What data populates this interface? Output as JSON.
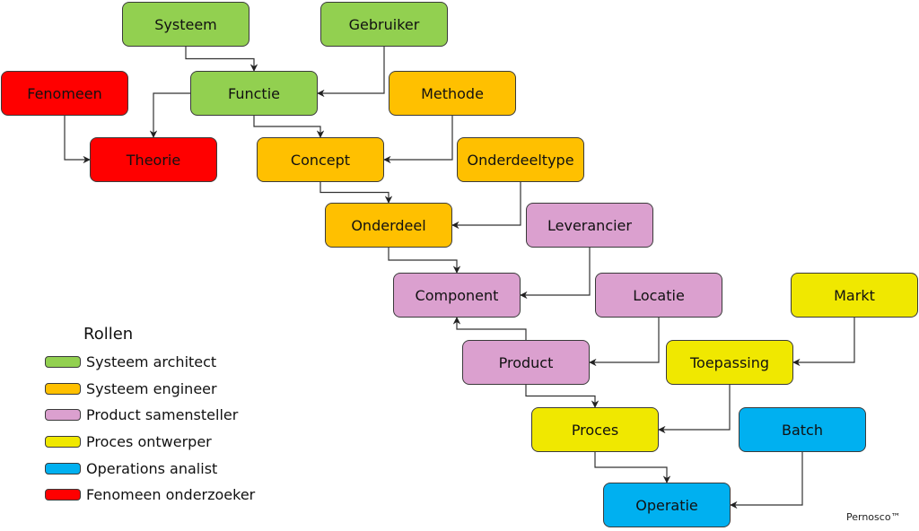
{
  "roles": [
    {
      "id": "architect",
      "label": "Systeem architect",
      "color": "#92d050"
    },
    {
      "id": "engineer",
      "label": "Systeem engineer",
      "color": "#ffc000"
    },
    {
      "id": "samensteller",
      "label": "Product samensteller",
      "color": "#dba0cf"
    },
    {
      "id": "ontwerper",
      "label": "Proces ontwerper",
      "color": "#f0e800"
    },
    {
      "id": "analist",
      "label": "Operations analist",
      "color": "#00b0f0"
    },
    {
      "id": "onderzoeker",
      "label": "Fenomeen onderzoeker",
      "color": "#ff0000"
    }
  ],
  "legend": {
    "title": "Rollen"
  },
  "nodes": [
    {
      "id": "systeem",
      "label": "Systeem",
      "role": "architect"
    },
    {
      "id": "gebruiker",
      "label": "Gebruiker",
      "role": "architect"
    },
    {
      "id": "fenomeen",
      "label": "Fenomeen",
      "role": "onderzoeker"
    },
    {
      "id": "functie",
      "label": "Functie",
      "role": "architect"
    },
    {
      "id": "methode",
      "label": "Methode",
      "role": "engineer"
    },
    {
      "id": "theorie",
      "label": "Theorie",
      "role": "onderzoeker"
    },
    {
      "id": "concept",
      "label": "Concept",
      "role": "engineer"
    },
    {
      "id": "onderdeeltype",
      "label": "Onderdeeltype",
      "role": "engineer"
    },
    {
      "id": "onderdeel",
      "label": "Onderdeel",
      "role": "engineer"
    },
    {
      "id": "leverancier",
      "label": "Leverancier",
      "role": "samensteller"
    },
    {
      "id": "component",
      "label": "Component",
      "role": "samensteller"
    },
    {
      "id": "locatie",
      "label": "Locatie",
      "role": "samensteller"
    },
    {
      "id": "markt",
      "label": "Markt",
      "role": "ontwerper"
    },
    {
      "id": "product",
      "label": "Product",
      "role": "samensteller"
    },
    {
      "id": "toepassing",
      "label": "Toepassing",
      "role": "ontwerper"
    },
    {
      "id": "proces",
      "label": "Proces",
      "role": "ontwerper"
    },
    {
      "id": "batch",
      "label": "Batch",
      "role": "analist"
    },
    {
      "id": "operatie",
      "label": "Operatie",
      "role": "analist"
    }
  ],
  "edges": [
    {
      "from": "systeem",
      "to": "functie"
    },
    {
      "from": "gebruiker",
      "to": "functie"
    },
    {
      "from": "functie",
      "to": "theorie"
    },
    {
      "from": "fenomeen",
      "to": "theorie"
    },
    {
      "from": "functie",
      "to": "concept"
    },
    {
      "from": "methode",
      "to": "concept"
    },
    {
      "from": "concept",
      "to": "onderdeel"
    },
    {
      "from": "onderdeeltype",
      "to": "onderdeel"
    },
    {
      "from": "onderdeel",
      "to": "component"
    },
    {
      "from": "leverancier",
      "to": "component"
    },
    {
      "from": "product",
      "to": "component"
    },
    {
      "from": "locatie",
      "to": "product"
    },
    {
      "from": "markt",
      "to": "toepassing"
    },
    {
      "from": "product",
      "to": "proces"
    },
    {
      "from": "toepassing",
      "to": "proces"
    },
    {
      "from": "proces",
      "to": "operatie"
    },
    {
      "from": "batch",
      "to": "operatie"
    }
  ],
  "credit": "Pernosco™"
}
